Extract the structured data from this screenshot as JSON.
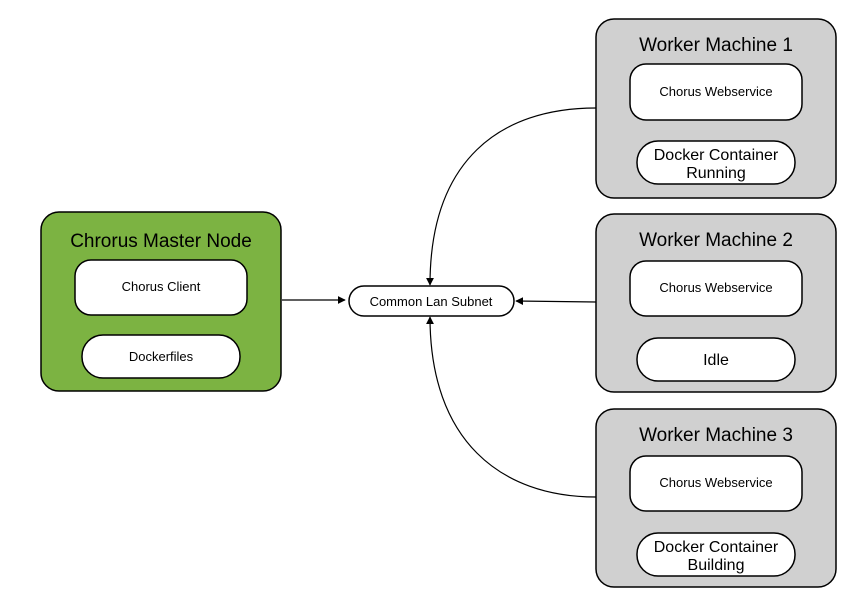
{
  "colors": {
    "master_fill": "#7cb342",
    "worker_fill": "#d0d0d0",
    "node_fill": "#ffffff",
    "stroke": "#000000"
  },
  "master": {
    "title": "Chrorus Master Node",
    "client": "Chorus Client",
    "dockerfiles": "Dockerfiles"
  },
  "subnet": {
    "label": "Common Lan Subnet"
  },
  "workers": [
    {
      "title": "Worker Machine 1",
      "service": "Chorus Webservice",
      "status_line1": "Docker Container",
      "status_line2": "Running"
    },
    {
      "title": "Worker Machine 2",
      "service": "Chorus Webservice",
      "status_line1": "Idle",
      "status_line2": ""
    },
    {
      "title": "Worker Machine 3",
      "service": "Chorus Webservice",
      "status_line1": "Docker Container",
      "status_line2": "Building"
    }
  ]
}
